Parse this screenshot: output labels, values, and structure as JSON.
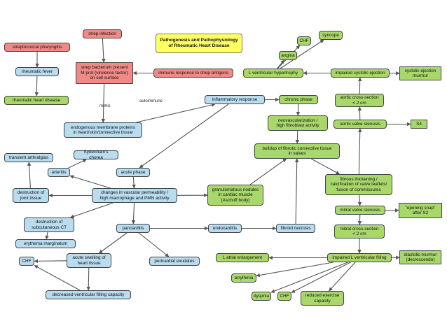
{
  "title": "Pathogenesis and Pathophysiology\nof Rheumatic Heart Disease",
  "nodes": {
    "strep_infection": "strep infection",
    "strep_pharyngitis": "streptococcal pharyngitis",
    "rheumatic_fever": "rheumatic fever",
    "rheumatic_heart_disease": "rheumatic heart disease",
    "strep_bacterium": "strep bacterium present\nM prot (virulence factor)\non cell surface",
    "immune_response": "immune response to strep antigens",
    "endogenous_proteins": "endogenous membrane proteins\nin heart/skin/connective tissue",
    "inflammatory_response": "inflammatory response",
    "chronic_phase": "chronic phase",
    "neovascularization": "neovascularization /\nhigh fibroblast activity",
    "buildup_fibrotic": "buildup of fibrotic connective tissue\nin valves",
    "angina": "angina",
    "chf_top": "CHF",
    "syncope": "syncope",
    "l_vent_hypertrophy": "L ventricular hypertrophy",
    "impaired_systolic": "impaired systolic ejection",
    "systolic_murmur": "systolic ejection\nmurmur",
    "aortic_cross_section": "aortic cross-section\n< 2 cm",
    "aortic_valve_stenosis": "aortic valve stenosis",
    "s4": "S4",
    "fibrous_thickening": "fibrous thickening /\ncalcification of valve leaflets/\nfusion of commissures",
    "mitral_valve_stenosis": "mitral valve stenosis",
    "opening_snap": "\"opening snap\"\nafter S2",
    "mitral_cross_section": "mitral cross-section\n< 2 cm",
    "impaired_l_vent_filling": "impaired L ventricular filling",
    "diastolic_murmur": "diastolic murmur\n(decrescendo)",
    "l_atrial_enlargement": "L atrial enlargement",
    "arrythmia": "arrythmia",
    "dyspnia": "dyspnia",
    "chf_bottom_right": "CHF",
    "reduced_exercise": "reduced exercise\ncapacity",
    "transient_arthralgias": "transient arthralgias",
    "sydenhams_chorea": "Sydenham's chorea",
    "arteritis": "arteritis",
    "acute_phase": "acute phase",
    "destruction_joint": "destruction of\njoint tissue",
    "changes_vascular": "changes in vascular permeability /\nhigh macrophage and PMN activity",
    "granulomatous_nodules": "granulomatous nodules\nin cardiac muscle\n(Aschoff body)",
    "destruction_subcutaneous": "destruction of\nsubcutaneous CT",
    "erythema_marginatum": "erythema marginatum",
    "pancarditis": "pancarditis",
    "endocarditis": "endocarditis",
    "fibroid_necrosis": "fibroid necrosis",
    "chf_left": "CHF",
    "acute_swelling": "acute swelling of\nheart tissue",
    "pericardial_exudates": "pericardial exudates",
    "decreased_filling": "decreased ventricular filling capacity"
  },
  "edge_labels": {
    "mimic": "mimic",
    "autoimmune": "autoimmune"
  }
}
